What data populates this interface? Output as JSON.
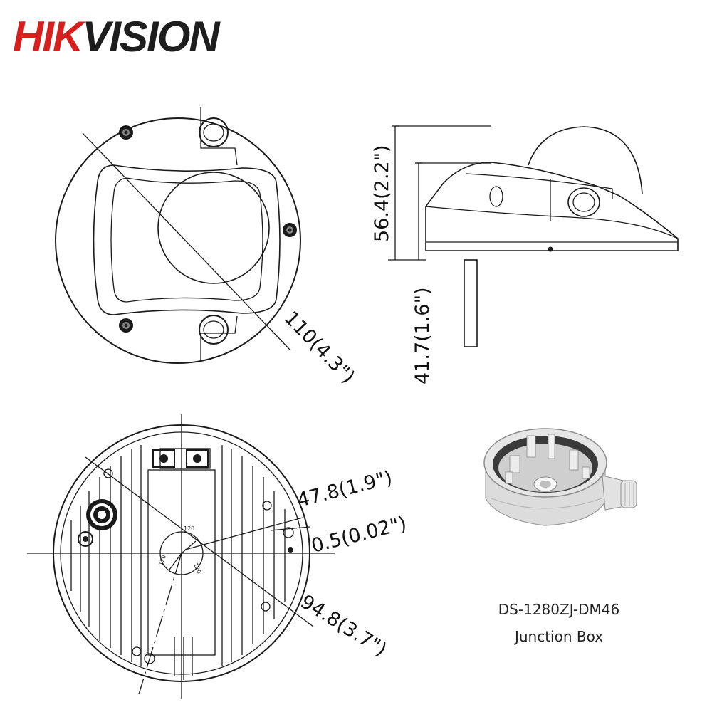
{
  "logo": {
    "text_red": "HIK",
    "text_dark": "VISION",
    "brand_red": "#d7201e"
  },
  "dimensions": {
    "top_view_diameter": "110(4.3\")",
    "side_height_total": "56.4(2.2\")",
    "side_height_lower": "41.7(1.6\")",
    "box_bolt_spacing": "47.8(1.9\")",
    "box_offset": "0.5(0.02\")",
    "box_diameter": "94.8(3.7\")",
    "angle_labels": [
      "120",
      "120",
      "120"
    ]
  },
  "product": {
    "model": "DS-1280ZJ-DM46",
    "name": "Junction Box"
  }
}
